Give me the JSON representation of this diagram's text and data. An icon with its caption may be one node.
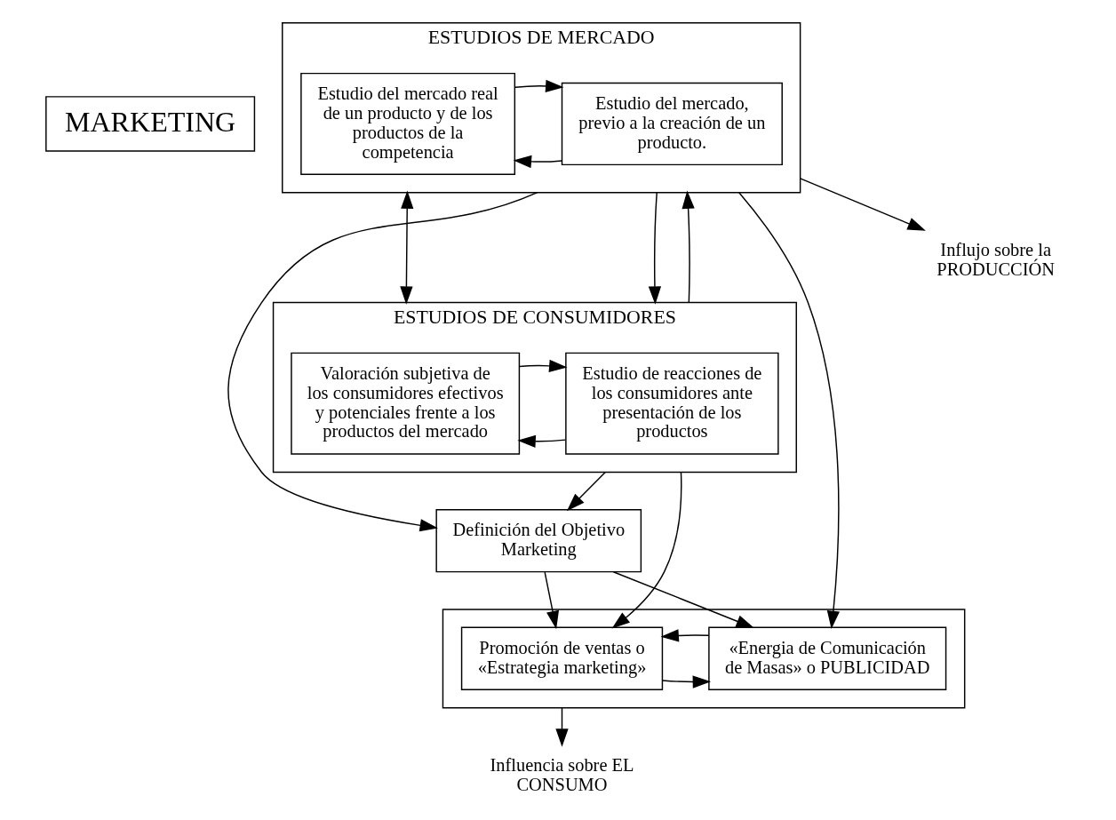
{
  "diagram": {
    "nodes": [
      {
        "text": [
          "MARKETING"
        ]
      },
      {
        "text": [
          "ESTUDIOS DE MERCADO"
        ]
      },
      {
        "text": [
          "Estudio del mercado, previo a la creación de un producto."
        ],
        "in": 1
      },
      {
        "text": [
          "Estudio del mercado real de un producto y de los productos de la competencia"
        ],
        "in": 1
      },
      {
        "text": [
          "ESTUDIOS DE CONSUMIDORES"
        ]
      },
      {
        "text": [
          "Estudio de reacciones de los consumidores ante presentación de los productos"
        ],
        "in": 4
      },
      {
        "text": [
          "Valoración subjetiva de los consumidores efectivos y potenciales frente a los productos del mercado"
        ],
        "in": 4
      },
      {
        "text": [
          "Definición del Objetivo Marketing"
        ]
      },
      {
        "text": [],
        "shape": "box"
      },
      {
        "text": [
          "Promoción de ventas o «Estrategia marketing»"
        ],
        "in": 8
      },
      {
        "text": [
          "«Energia de Comunicación de Masas» o PUBLICIDAD"
        ],
        "in": 8
      },
      {
        "text": [
          "Influjo sobre la PRODUCCIÓN"
        ]
      },
      {
        "text": [
          "Influencia sobre EL CONSUMO"
        ]
      }
    ],
    "edges": [
      {
        "from": 1,
        "to": 11,
        "arrow": "to"
      },
      {
        "from": 2,
        "to": 3,
        "arrow": "to"
      },
      {
        "from": 3,
        "to": 2,
        "arrow": "to"
      },
      {
        "from": 1,
        "to": 4,
        "arrow": "to"
      },
      {
        "from": 4,
        "to": 1,
        "arrow": "to"
      },
      {
        "from": 5,
        "to": 6,
        "arrow": "to"
      },
      {
        "from": 6,
        "to": 5,
        "arrow": "to"
      },
      {
        "from": 1,
        "to": 4,
        "arrow": "both"
      },
      {
        "from": 1,
        "to": 7,
        "arrow": "to"
      },
      {
        "from": 4,
        "to": 7,
        "arrow": "to"
      },
      {
        "from": 1,
        "to": 10,
        "arrow": "to"
      },
      {
        "from": 4,
        "to": 9,
        "arrow": "to"
      },
      {
        "from": 7,
        "to": 9,
        "arrow": "to"
      },
      {
        "from": 7,
        "to": 10,
        "arrow": "to"
      },
      {
        "from": 9,
        "to": 10,
        "arrow": "to"
      },
      {
        "from": 10,
        "to": 9,
        "arrow": "to"
      },
      {
        "from": 8,
        "to": 12,
        "arrow": "to"
      }
    ]
  }
}
